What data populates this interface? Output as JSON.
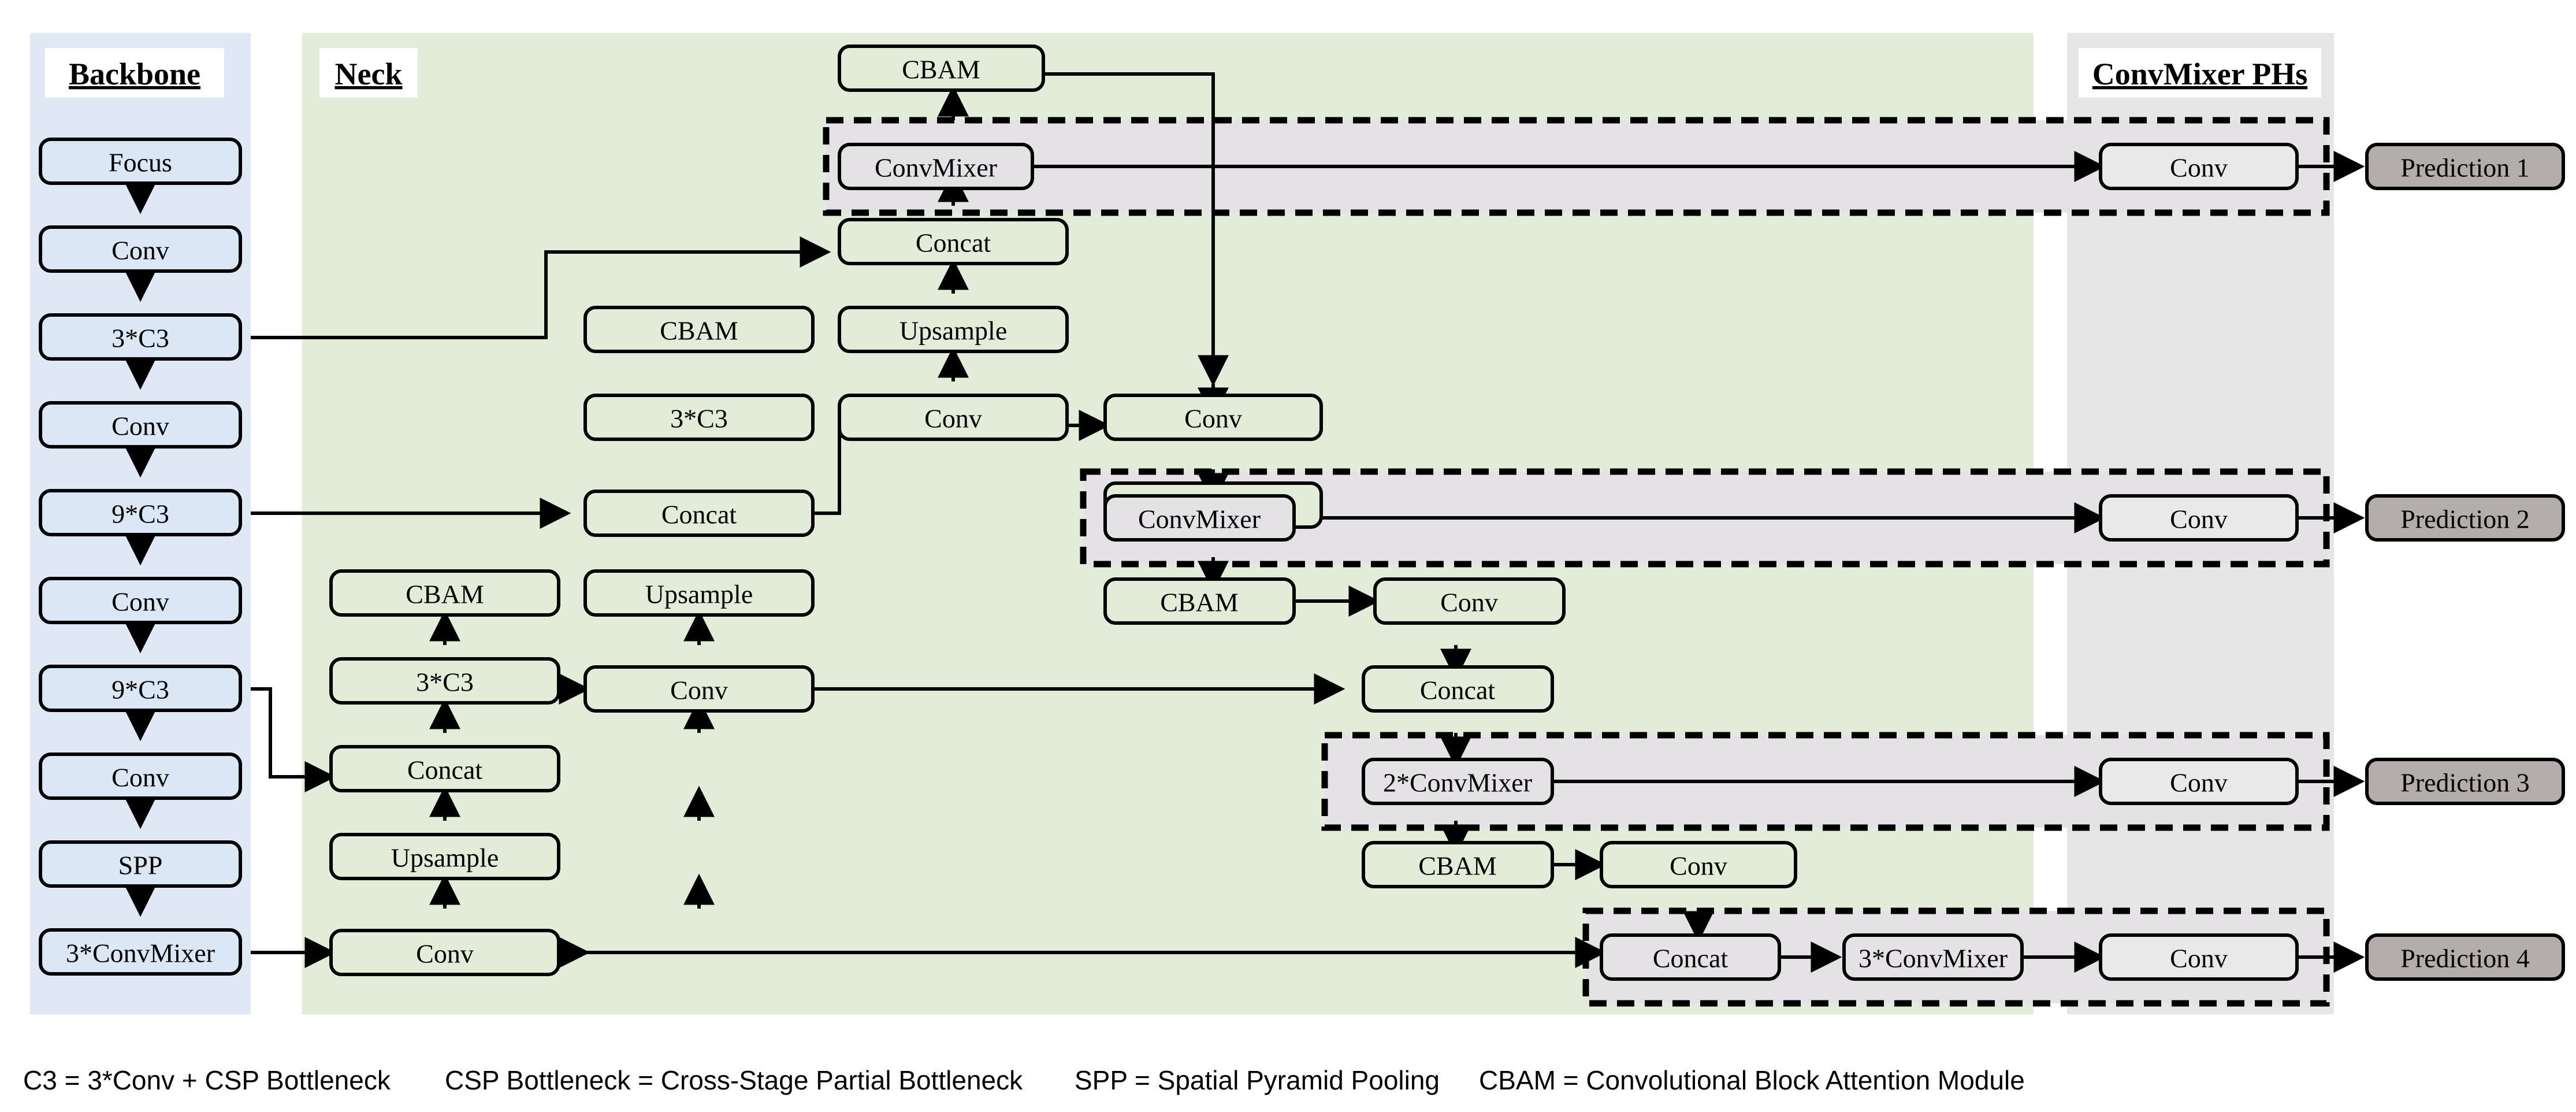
{
  "diagram": {
    "title_backbone": "Backbone",
    "title_neck": "Neck",
    "title_ph": "ConvMixer PHs",
    "colors": {
      "backbone_panel": "#dfe8f4",
      "neck_panel": "#e2ecd9",
      "ph_panel": "#e6e6e6",
      "backbone_node": "#dbe7f5",
      "neck_node": "#e2ecd9",
      "convmixer_node": "#e4e2e4",
      "prediction_node": "#b3aeab",
      "stroke": "#000000"
    }
  },
  "backbone": {
    "nodes": [
      {
        "id": "bb-focus",
        "label": "Focus"
      },
      {
        "id": "bb-conv1",
        "label": "Conv"
      },
      {
        "id": "bb-c3-3",
        "label": "3*C3"
      },
      {
        "id": "bb-conv2",
        "label": "Conv"
      },
      {
        "id": "bb-c3-9a",
        "label": "9*C3"
      },
      {
        "id": "bb-conv3",
        "label": "Conv"
      },
      {
        "id": "bb-c3-9b",
        "label": "9*C3"
      },
      {
        "id": "bb-conv4",
        "label": "Conv"
      },
      {
        "id": "bb-spp",
        "label": "SPP"
      },
      {
        "id": "bb-convmixer3",
        "label": "3*ConvMixer"
      }
    ]
  },
  "neck": {
    "col1": [
      {
        "id": "n1-cbam",
        "label": "CBAM"
      },
      {
        "id": "n1-c3",
        "label": "3*C3"
      },
      {
        "id": "n1-concat",
        "label": "Concat"
      },
      {
        "id": "n1-upsample",
        "label": "Upsample"
      },
      {
        "id": "n1-conv",
        "label": "Conv"
      }
    ],
    "col2": [
      {
        "id": "n2-cbam",
        "label": "CBAM"
      },
      {
        "id": "n2-c3",
        "label": "3*C3"
      },
      {
        "id": "n2-concat",
        "label": "Concat"
      },
      {
        "id": "n2-upsample",
        "label": "Upsample"
      },
      {
        "id": "n2-conv",
        "label": "Conv"
      }
    ],
    "col3": [
      {
        "id": "n3-concat",
        "label": "Concat"
      },
      {
        "id": "n3-upsample",
        "label": "Upsample"
      },
      {
        "id": "n3-conv",
        "label": "Conv"
      }
    ],
    "col4": [
      {
        "id": "n4-conv",
        "label": "Conv"
      },
      {
        "id": "n4-concat",
        "label": "Concat"
      },
      {
        "id": "n4-cbam",
        "label": "CBAM"
      }
    ],
    "col5": [
      {
        "id": "n5-conv",
        "label": "Conv"
      },
      {
        "id": "n5-concat",
        "label": "Concat"
      },
      {
        "id": "n5-cbam",
        "label": "CBAM"
      }
    ],
    "col6": [
      {
        "id": "n6-conv",
        "label": "Conv"
      }
    ],
    "top_cbam": {
      "id": "top-cbam",
      "label": "CBAM"
    }
  },
  "heads": [
    {
      "id": "head-1",
      "mixer_label": "ConvMixer",
      "conv_label": "Conv",
      "prediction_label": "Prediction 1"
    },
    {
      "id": "head-2",
      "mixer_label": "ConvMixer",
      "conv_label": "Conv",
      "prediction_label": "Prediction 2"
    },
    {
      "id": "head-3",
      "mixer_label": "2*ConvMixer",
      "conv_label": "Conv",
      "prediction_label": "Prediction 3"
    },
    {
      "id": "head-4",
      "concat_label": "Concat",
      "mixer_label": "3*ConvMixer",
      "conv_label": "Conv",
      "prediction_label": "Prediction 4"
    }
  ],
  "legend": [
    "C3 = 3*Conv + CSP Bottleneck",
    "CSP Bottleneck = Cross-Stage Partial Bottleneck",
    "SPP = Spatial Pyramid Pooling",
    "CBAM = Convolutional Block Attention Module"
  ]
}
